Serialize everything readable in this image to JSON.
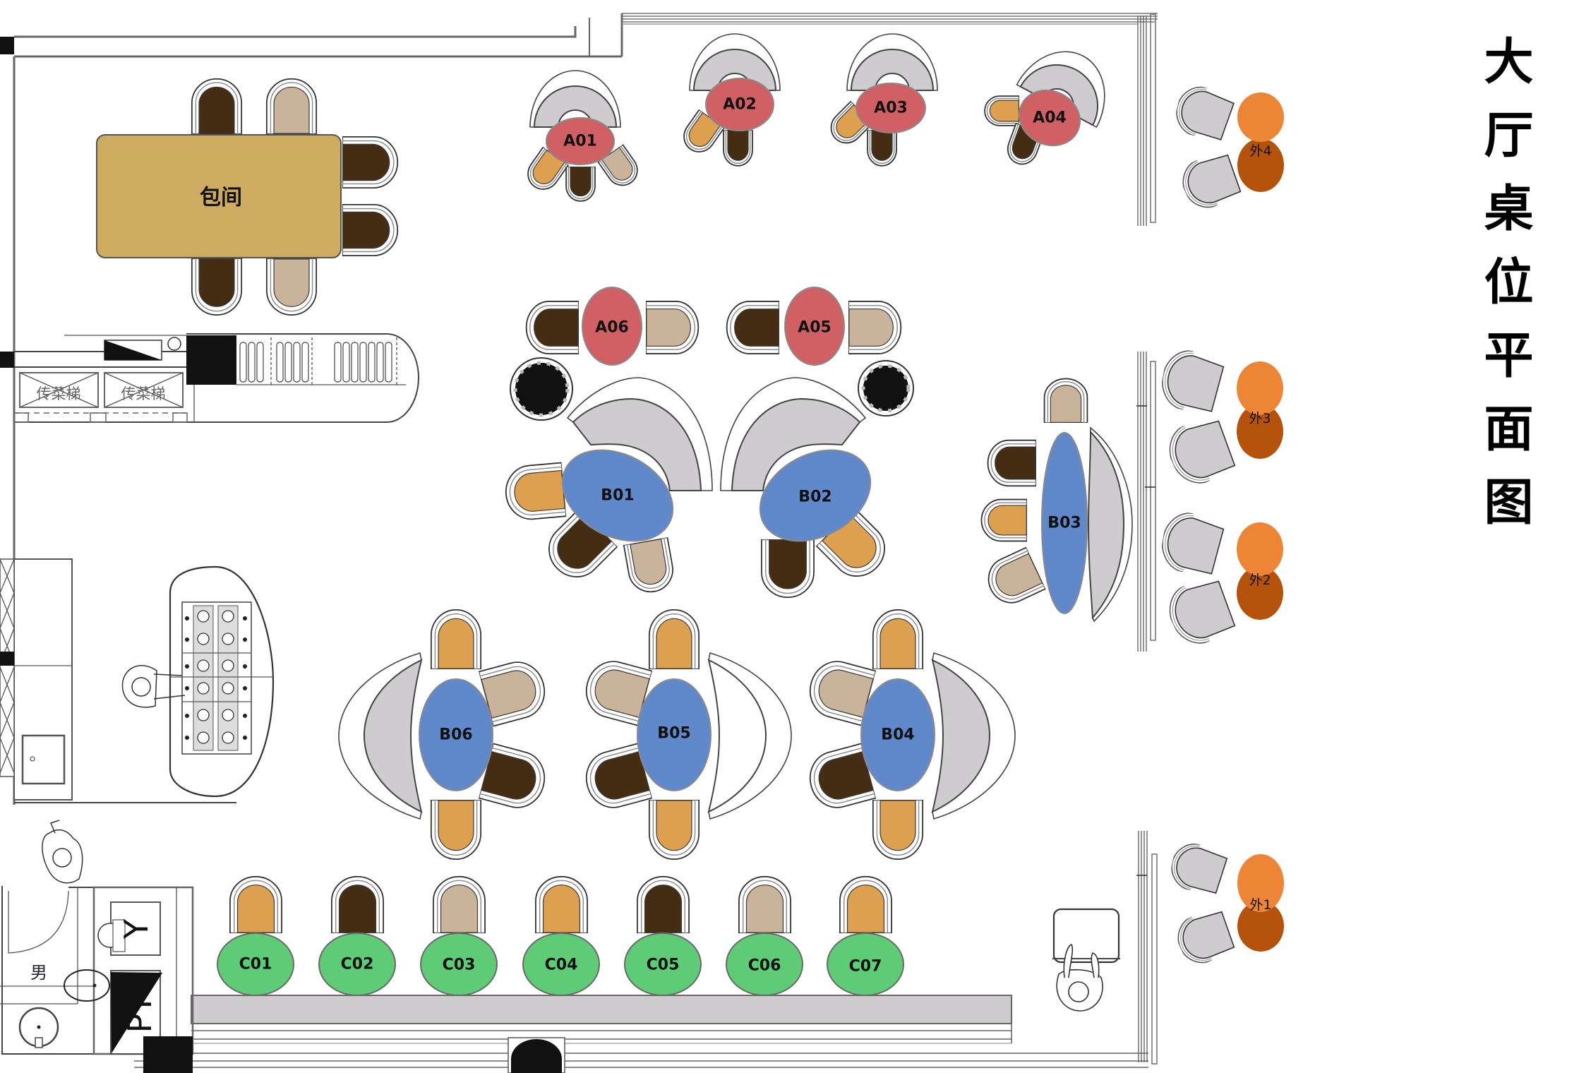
{
  "title": "大厅桌位平面图",
  "colors": {
    "table_a": "#d06064",
    "table_b": "#6089cc",
    "table_c": "#5ecb76",
    "private_table": "#cdab60",
    "outdoor_light": "#ec8636",
    "outdoor_dark": "#b5520b",
    "chair_dark": "#452d14",
    "chair_tan": "#c9b49b",
    "chair_orange": "#dca050",
    "bench_gray": "#cfccd0"
  },
  "private_room": {
    "label": "包间"
  },
  "service": {
    "dumbwaiter_labels": [
      "传菜梯",
      "传菜梯"
    ]
  },
  "restroom": {
    "label": "男",
    "fixture_marks": [
      "Y",
      "PY"
    ]
  },
  "tables": {
    "a_zone": [
      "A01",
      "A02",
      "A03",
      "A04",
      "A05",
      "A06"
    ],
    "b_zone": [
      "B01",
      "B02",
      "B03",
      "B04",
      "B05",
      "B06"
    ],
    "c_zone": [
      "C01",
      "C02",
      "C03",
      "C04",
      "C05",
      "C06",
      "C07"
    ],
    "outdoor": [
      "外1",
      "外2",
      "外3",
      "外4"
    ]
  }
}
